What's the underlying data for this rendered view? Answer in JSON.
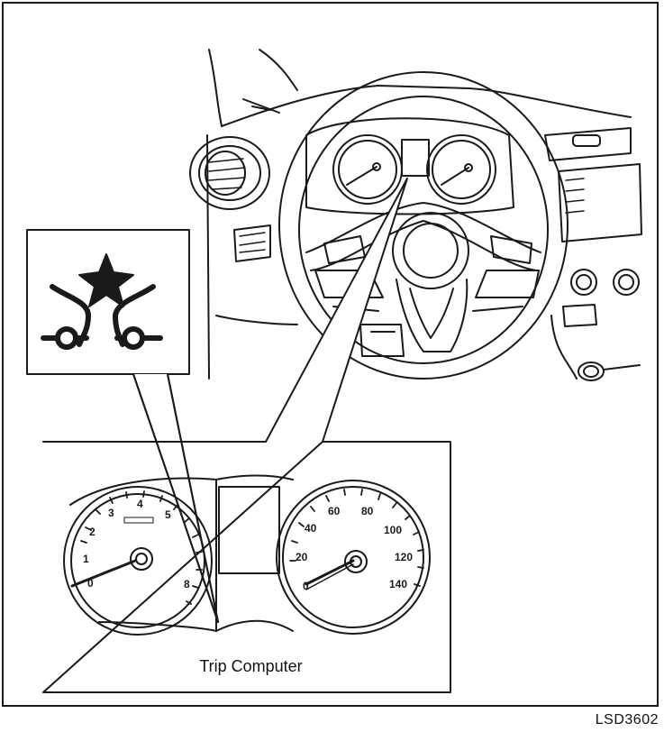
{
  "figure": {
    "callout_label": "Trip Computer",
    "figure_code": "LSD3602",
    "icon": "vehicle-dynamic-control-warning-icon",
    "colors": {
      "line": "#1a1a1a",
      "background": "#ffffff"
    }
  },
  "tachometer": {
    "ticks": [
      "0",
      "1",
      "2",
      "3",
      "4",
      "5",
      "8"
    ]
  },
  "speedometer": {
    "ticks": [
      "0",
      "20",
      "40",
      "60",
      "80",
      "100",
      "120",
      "140"
    ]
  }
}
